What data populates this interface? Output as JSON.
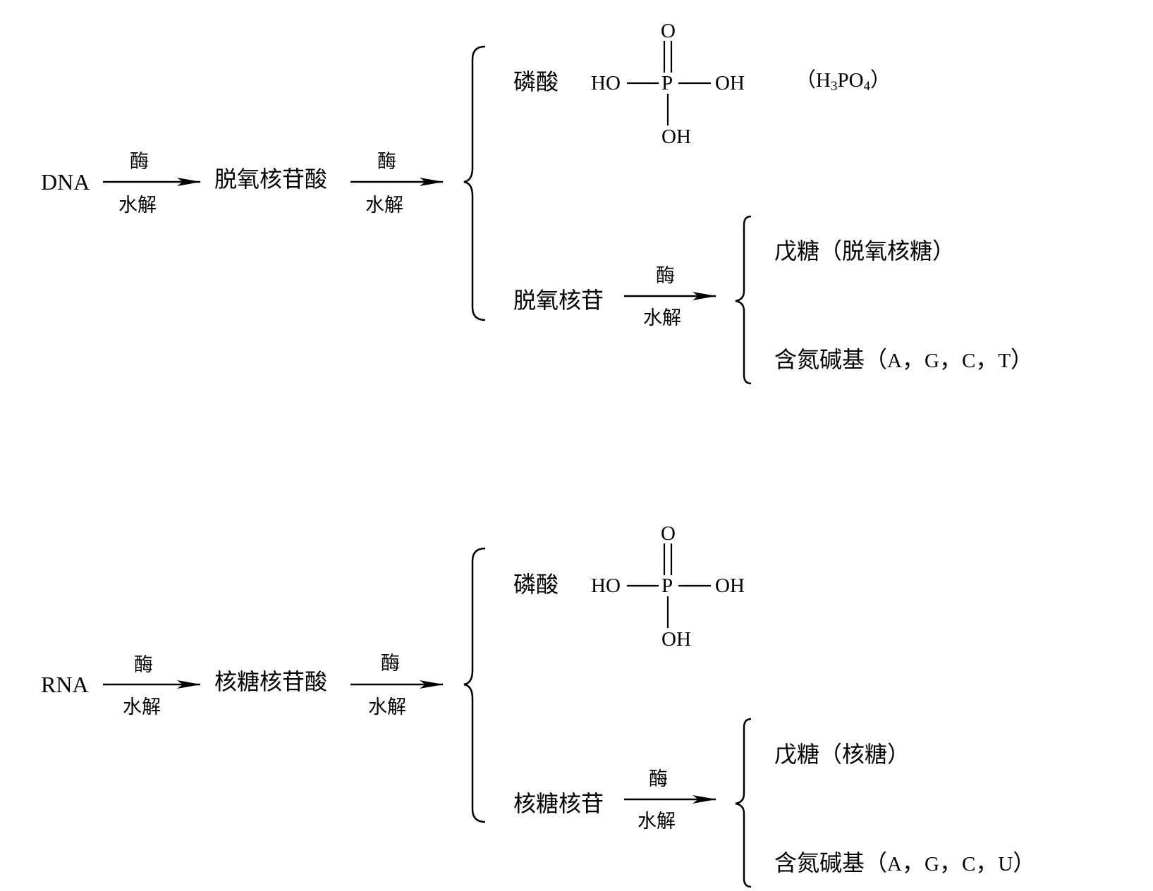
{
  "dna": {
    "source": "DNA",
    "step1": {
      "above": "酶",
      "below": "水解"
    },
    "product": "脱氧核苷酸",
    "step2": {
      "above": "酶",
      "below": "水解"
    },
    "phosphate": {
      "name": "磷酸",
      "atom_o": "O",
      "atom_p": "P",
      "left": "HO",
      "right": "OH",
      "bottom": "OH",
      "formula_open": "（H",
      "formula_sub1": "3",
      "formula_mid": "PO",
      "formula_sub2": "4",
      "formula_close": "）"
    },
    "nucleoside": "脱氧核苷",
    "step3": {
      "above": "酶",
      "below": "水解"
    },
    "sugar": "戊糖（脱氧核糖）",
    "base_label": "含氮碱基（",
    "bases": [
      "A",
      "G",
      "C",
      "T"
    ],
    "base_close": "）"
  },
  "rna": {
    "source": "RNA",
    "step1": {
      "above": "酶",
      "below": "水解"
    },
    "product": "核糖核苷酸",
    "step2": {
      "above": "酶",
      "below": "水解"
    },
    "phosphate": {
      "name": "磷酸",
      "atom_o": "O",
      "atom_p": "P",
      "left": "HO",
      "right": "OH",
      "bottom": "OH"
    },
    "nucleoside": "核糖核苷",
    "step3": {
      "above": "酶",
      "below": "水解"
    },
    "sugar": "戊糖（核糖）",
    "base_label": "含氮碱基（",
    "bases": [
      "A",
      "G",
      "C",
      "U"
    ],
    "base_close": "）"
  }
}
